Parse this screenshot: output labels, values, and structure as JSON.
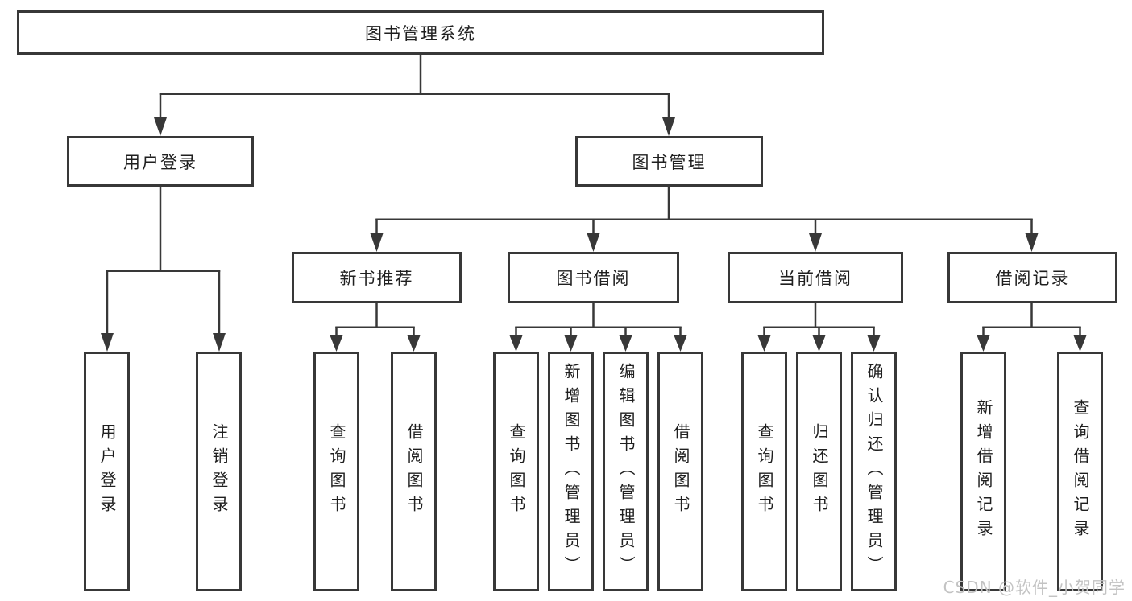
{
  "diagram": {
    "title": "图书管理系统",
    "root": {
      "label": "图书管理系统"
    },
    "branches": [
      {
        "label": "用户登录",
        "children": [
          {
            "label": "用户登录"
          },
          {
            "label": "注销登录"
          }
        ]
      },
      {
        "label": "图书管理",
        "children": [
          {
            "label": "新书推荐",
            "children": [
              {
                "label": "查询图书"
              },
              {
                "label": "借阅图书"
              }
            ]
          },
          {
            "label": "图书借阅",
            "children": [
              {
                "label": "查询图书"
              },
              {
                "label": "新增图书（管理员）"
              },
              {
                "label": "编辑图书（管理员）"
              },
              {
                "label": "借阅图书"
              }
            ]
          },
          {
            "label": "当前借阅",
            "children": [
              {
                "label": "查询图书"
              },
              {
                "label": "归还图书"
              },
              {
                "label": "确认归还（管理员）"
              }
            ]
          },
          {
            "label": "借阅记录",
            "children": [
              {
                "label": "新增借阅记录"
              },
              {
                "label": "查询借阅记录"
              }
            ]
          }
        ]
      }
    ]
  },
  "watermark": {
    "text": "CSDN @软件_小贺同学"
  },
  "colors": {
    "line": "#383838",
    "box_border": "#383838",
    "box_fill": "#ffffff",
    "text": "#1f1f1f",
    "watermark": "#c3c3c3",
    "background": "#ffffff"
  }
}
